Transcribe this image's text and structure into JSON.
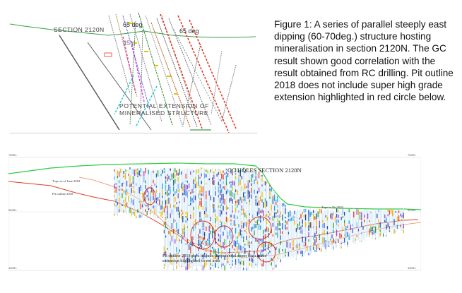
{
  "top_figure": {
    "section_label": "SECTION 2120N",
    "angle_labels": [
      "65 deg",
      "45 d",
      "65 deg"
    ],
    "extension_label_line1": "POTENTIAL EXTENSION OF",
    "extension_label_line2": "MINERALISED STRUCTURE"
  },
  "caption": {
    "text": "Figure 1: A series of parallel steeply east dipping (60-70deg.) structure hosting mineralisation in section 2120N. The GC result shown good correlation with the result obtained from RC drilling. Pit outline 2018 does not include super high grade extension highlighted in red circle below."
  },
  "bottom_figure": {
    "title": "GC HOLES SECTION 2120N",
    "topo_label": "Topo as of June 2018",
    "pit_label": "Pit outline 2018",
    "topo_right_label": "Topo to Pit 2018",
    "note": "Pit outline 2018 does include the potential super high grade extension highlighted in red area",
    "left_axis": [
      "750RL",
      "500RL",
      "450RL"
    ],
    "right_axis": [
      "750RL",
      "500RL",
      "450RL"
    ]
  },
  "colors": {
    "green": "#2ecc40",
    "red": "#e23b22",
    "magenta": "#d23cd2",
    "cyan": "#12c9c9",
    "dark": "#444444"
  }
}
